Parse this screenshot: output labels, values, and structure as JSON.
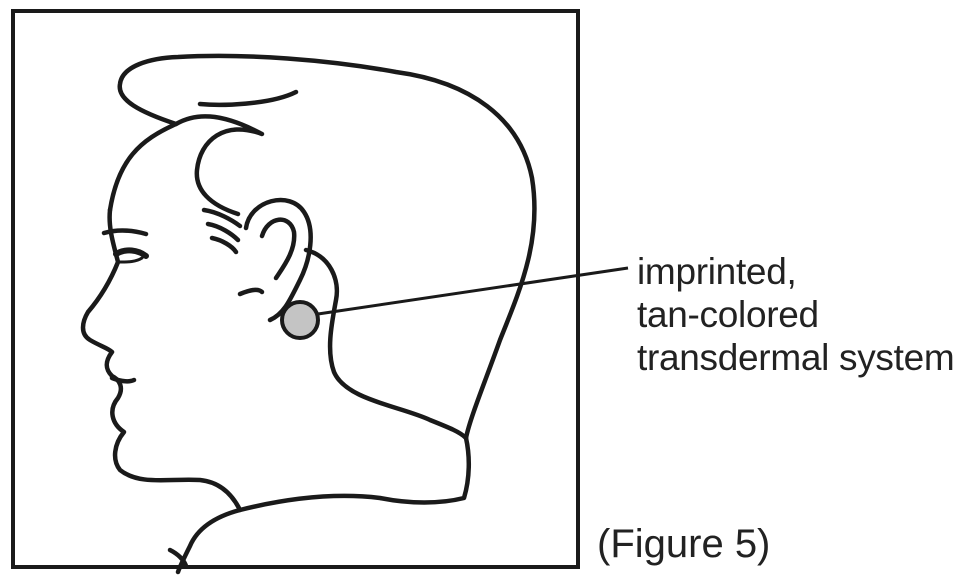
{
  "figure": {
    "caption": "(Figure 5)"
  },
  "callout": {
    "lines": [
      "imprinted,",
      "tan-colored",
      "transdermal system"
    ]
  },
  "colors": {
    "stroke": "#1a1a1a",
    "patch_fill": "#c4c4c4",
    "text": "#222222"
  },
  "illustration": {
    "subject": "head-profile-icon",
    "marker": "transdermal-patch-behind-ear"
  }
}
